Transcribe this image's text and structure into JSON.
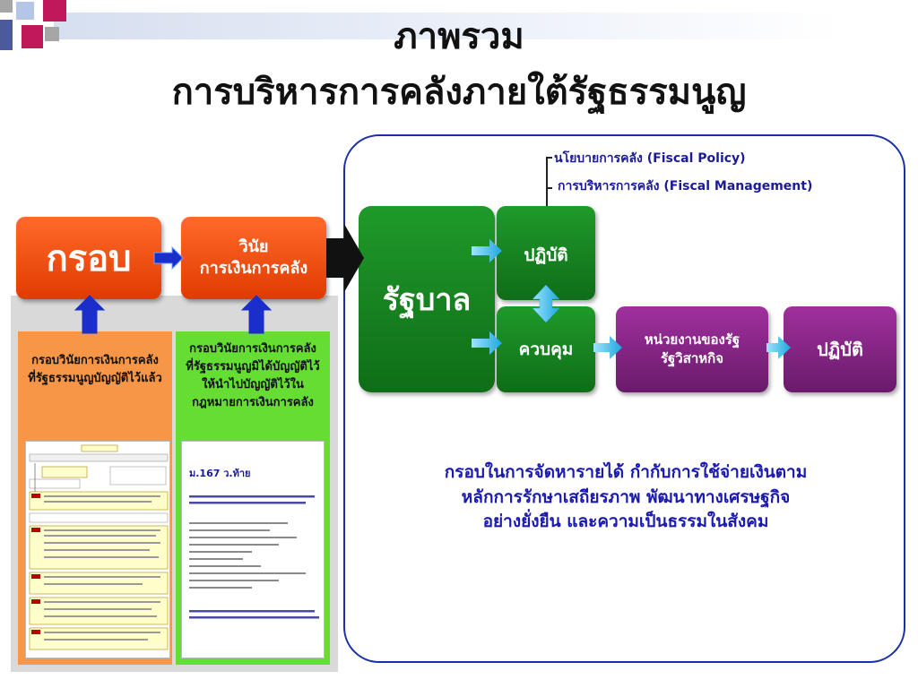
{
  "title": {
    "line1": "ภาพรวม",
    "line2": "การบริหารการคลังภายใต้รัฐธรรมนูญ"
  },
  "boxes": {
    "krob": "กรอบ",
    "winai_line1": "วินัย",
    "winai_line2": "การเงินการคลัง",
    "government": "รัฐบาล",
    "practice_top": "ปฏิบัติ",
    "control": "ควบคุม",
    "agency_line1": "หน่วยงานของรัฐ",
    "agency_line2": "รัฐวิสาหกิจ",
    "practice_right": "ปฏิบัติ"
  },
  "policy": {
    "fiscal_policy": "นโยบายการคลัง (Fiscal Policy)",
    "fiscal_management": "การบริหารการคลัง (Fiscal  Management)"
  },
  "left_column": {
    "orange_line1": "กรอบวินัยการเงินการคลัง",
    "orange_line2": "ที่รัฐธรรมนูญบัญญัติไว้แล้ว",
    "green_line1": "กรอบวินัยการเงินการคลัง",
    "green_line2": "ที่รัฐธรรมนูญมิได้บัญญัติไว้",
    "green_line3": "ให้นำไปบัญญัติไว้ใน",
    "green_line4": "กฎหมายการเงินการคลัง"
  },
  "doc_green": {
    "heading": "ม.167 ว.ท้าย"
  },
  "bottom_text": {
    "line1": "กรอบในการจัดหารายได้ กำกับการใช้จ่ายเงินตาม",
    "line2": "หลักการรักษาเสถียรภาพ พัฒนาทางเศรษฐกิจ",
    "line3": "อย่างยั่งยืน และความเป็นธรรมในสังคม"
  },
  "colors": {
    "orange_red": "#e03b00",
    "green": "#0f6d17",
    "purple": "#6a1a6a",
    "frame_blue": "#1a2ea8",
    "arrow_blue": "#1a2ecc",
    "arrow_cyan": "#2ab4ea"
  }
}
